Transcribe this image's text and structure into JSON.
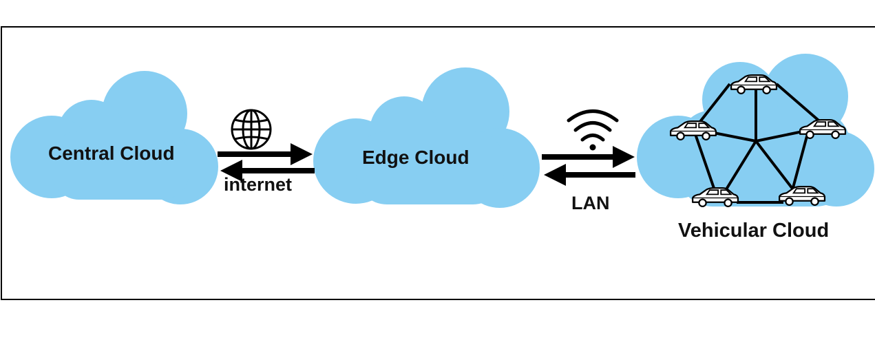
{
  "diagram": {
    "nodes": [
      {
        "id": "central",
        "label": "Central Cloud"
      },
      {
        "id": "edge",
        "label": "Edge Cloud"
      },
      {
        "id": "vehicular",
        "label": "Vehicular Cloud"
      }
    ],
    "links": [
      {
        "from": "central",
        "to": "edge",
        "label": "internet",
        "icon": "globe-icon",
        "bidirectional": true
      },
      {
        "from": "edge",
        "to": "vehicular",
        "label": "LAN",
        "icon": "wifi-icon",
        "bidirectional": true
      }
    ],
    "vehicular_cloud": {
      "vehicle_count": 5,
      "vehicle_icon": "car-icon"
    },
    "colors": {
      "cloud": "#87CEF2",
      "line": "#000000",
      "frame": "#000000"
    }
  }
}
